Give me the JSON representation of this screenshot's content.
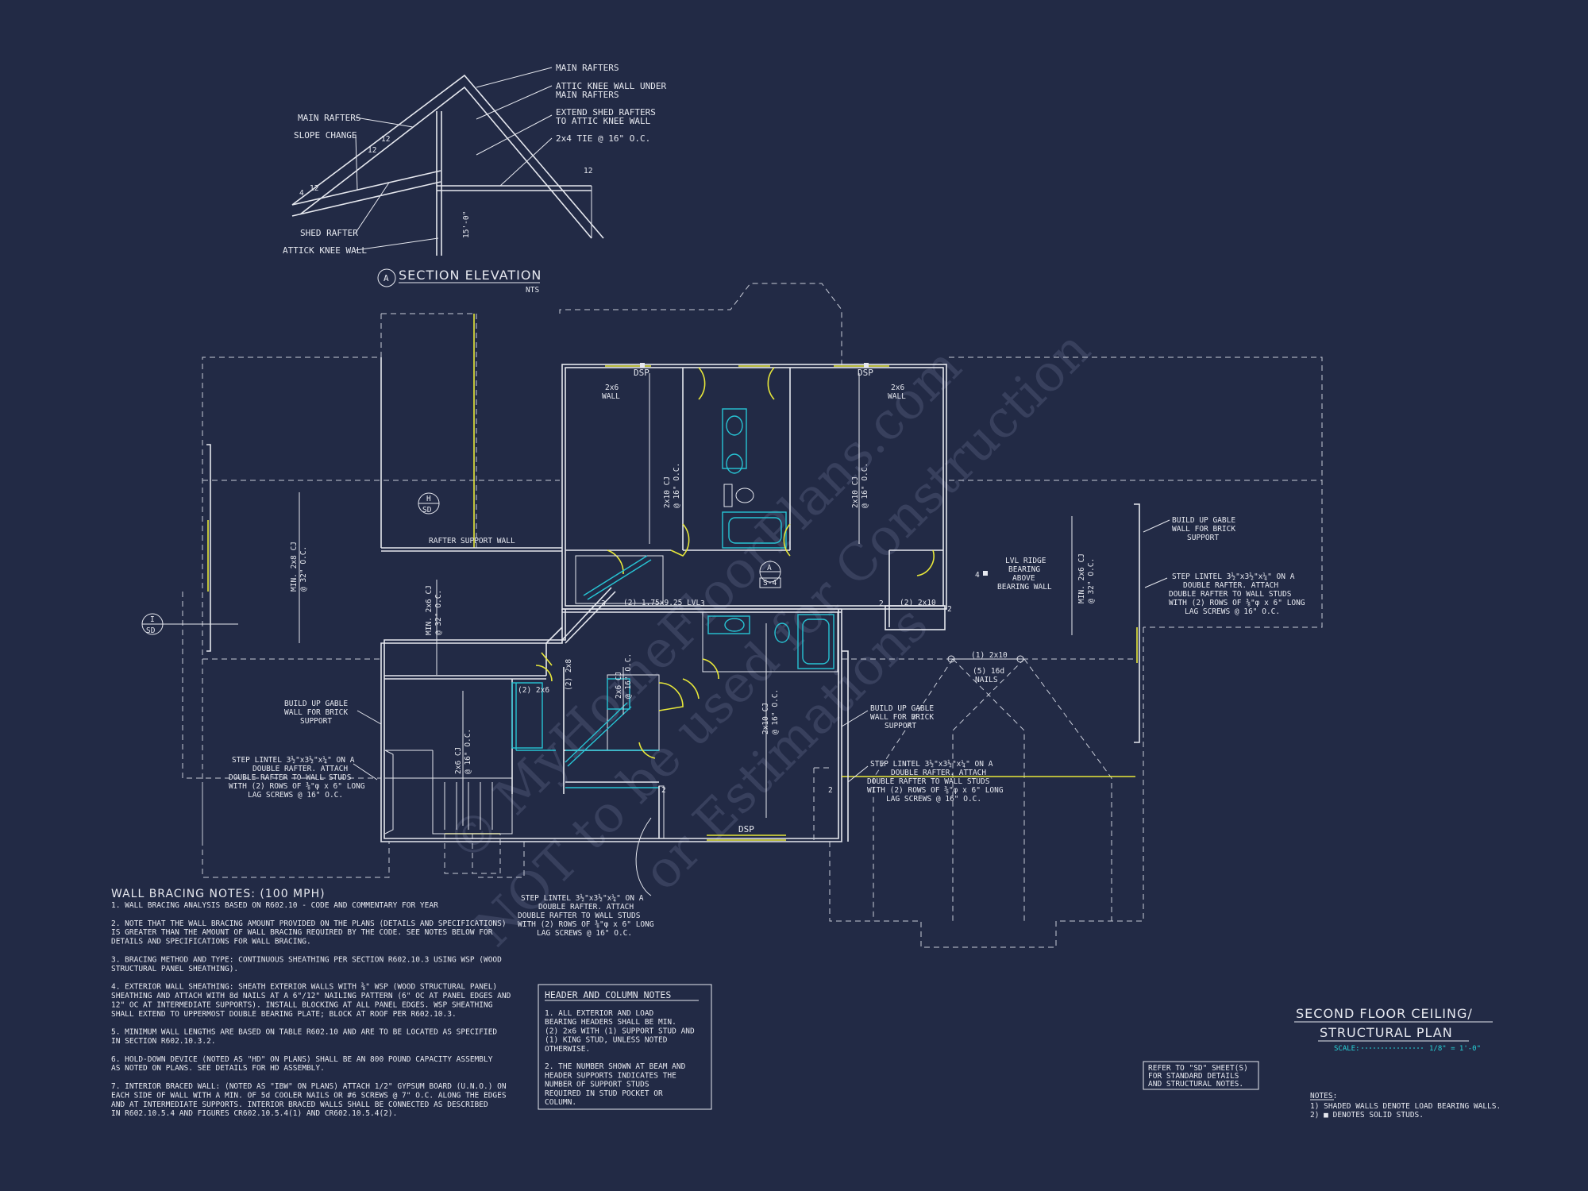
{
  "watermark": {
    "line1": "© MyHomeFloorPlans.com",
    "line2": "NOT to be used for Construction",
    "line3": "or Estimations"
  },
  "section": {
    "marker": "A",
    "title": "SECTION ELEVATION",
    "scale": "NTS",
    "labels": {
      "main_rafters_left": "MAIN RAFTERS",
      "slope_change": "SLOPE CHANGE",
      "shed_rafter": "SHED RAFTER",
      "attick_knee_wall": "ATTICK KNEE WALL",
      "main_rafters_right": "MAIN RAFTERS",
      "attic_knee_wall_1": "ATTIC KNEE WALL UNDER",
      "attic_knee_wall_2": "MAIN RAFTERS",
      "extend_shed_1": "EXTEND SHED RAFTERS",
      "extend_shed_2": "TO ATTIC KNEE WALL",
      "tie": "2x4 TIE @ 16\" O.C.",
      "height": "15'-0\"",
      "pitch_12a": "12",
      "pitch_12b": "12",
      "pitch_12c": "12",
      "pitch_12d": "12",
      "pitch_4": "4"
    }
  },
  "plan_labels": {
    "dsp1": "DSP",
    "dsp2": "DSP",
    "dsp3": "DSP",
    "wall_2x6_left_1": "2x6",
    "wall_2x6_left_2": "WALL",
    "wall_2x6_right_1": "2x6",
    "wall_2x6_right_2": "WALL",
    "cj_left": "2x10 CJ",
    "cj_left_2": "@ 16\" O.C.",
    "cj_right": "2x10 CJ",
    "cj_right_2": "@ 16\" O.C.",
    "cj_far_left": "MIN. 2x8 CJ",
    "cj_far_left_2": "@ 32\" O.C.",
    "cj_mid_left": "MIN. 2x6 CJ",
    "cj_mid_left_2": "@ 32\" O.C.",
    "cj_far_right": "MIN. 2x6 CJ",
    "cj_far_right_2": "@ 32\" O.C.",
    "cj_lower": "2x6 CJ",
    "cj_lower_2": "@ 16\" O.C.",
    "cj_center": "2x10 CJ",
    "cj_center_2": "@ 16\" O.C.",
    "cj_small": "2x6 CJ",
    "cj_small_2": "@ 16\" O.C.",
    "rafter_support": "RAFTER SUPPORT WALL",
    "lvl": "(2) 1.75x9.25 LVL",
    "lvl_n1": "3",
    "lvl_n2": "3",
    "hdr_2x10": "(2) 2x10",
    "hdr_n1": "2",
    "hdr_n2": "2",
    "hdr_2x6": "(2) 2x6",
    "hdr_2x8": "(2) 2x8",
    "beam_2x10": "(1) 2x10",
    "nails_1": "(5) 16d",
    "nails_2": "NAILS",
    "lvl_ridge_1": "LVL RIDGE",
    "lvl_ridge_2": "BEARING",
    "lvl_ridge_3": "ABOVE",
    "lvl_ridge_4": "BEARING WALL",
    "lvl_ridge_n": "4",
    "sec_h_top": "H",
    "sec_h_bot": "SD",
    "sec_i_top": "I",
    "sec_i_bot": "SD",
    "sec_a_top": "A",
    "sec_a_bot": "S-4",
    "post_2a": "2",
    "post_2b": "2",
    "gable_left_1": "BUILD UP GABLE",
    "gable_left_2": "WALL FOR BRICK",
    "gable_left_3": "SUPPORT",
    "gable_mid_1": "BUILD UP GABLE",
    "gable_mid_2": "WALL FOR BRICK",
    "gable_mid_3": "SUPPORT",
    "gable_right_1": "BUILD UP GABLE",
    "gable_right_2": "WALL FOR BRICK",
    "gable_right_3": "SUPPORT",
    "lintel_left": [
      "STEP LINTEL 3½\"x3½\"x¼\" ON A",
      "DOUBLE RAFTER. ATTACH",
      "DOUBLE RAFTER TO WALL STUDS",
      "WITH (2) ROWS OF ⅜\"φ x 6\" LONG",
      "LAG SCREWS @ 16\" O.C."
    ],
    "lintel_mid": [
      "STEP LINTEL 3½\"x3½\"x¼\" ON A",
      "DOUBLE RAFTER. ATTACH",
      "DOUBLE RAFTER TO WALL STUDS",
      "WITH (2) ROWS OF ⅜\"φ x 6\" LONG",
      "LAG SCREWS @ 16\" O.C."
    ],
    "lintel_right": [
      "STEP LINTEL 3½\"x3½\"x¼\" ON A",
      "DOUBLE RAFTER. ATTACH",
      "DOUBLE RAFTER TO WALL STUDS",
      "WITH (2) ROWS OF ⅜\"φ x 6\" LONG",
      "LAG SCREWS @ 16\" O.C."
    ],
    "lintel_bottom": [
      "STEP LINTEL 3½\"x3½\"x¼\" ON A",
      "DOUBLE RAFTER. ATTACH",
      "DOUBLE RAFTER TO WALL STUDS",
      "WITH (2) ROWS OF ⅜\"φ x 6\" LONG",
      "LAG SCREWS @ 16\" O.C."
    ]
  },
  "wall_bracing": {
    "title": "WALL BRACING NOTES: (100 MPH)",
    "lines": [
      "1. WALL BRACING ANALYSIS BASED ON R602.10 - CODE AND COMMENTARY FOR YEAR",
      "",
      "2. NOTE THAT THE WALL BRACING AMOUNT PROVIDED ON THE PLANS (DETAILS AND SPECIFICATIONS)",
      "IS GREATER THAN THE AMOUNT OF WALL BRACING REQUIRED BY THE CODE. SEE NOTES BELOW FOR",
      "DETAILS AND SPECIFICATIONS FOR WALL BRACING.",
      "",
      "3. BRACING METHOD AND TYPE: CONTINUOUS SHEATHING PER SECTION R602.10.3 USING WSP (WOOD",
      "STRUCTURAL PANEL SHEATHING).",
      "",
      "4. EXTERIOR WALL SHEATHING: SHEATH EXTERIOR WALLS WITH ⅜\" WSP (WOOD STRUCTURAL PANEL)",
      "SHEATHING AND ATTACH WITH 8d NAILS AT A 6\"/12\" NAILING PATTERN (6\" OC AT PANEL EDGES AND",
      "12\" OC AT INTERMEDIATE SUPPORTS). INSTALL BLOCKING AT ALL PANEL EDGES. WSP SHEATHING",
      "SHALL EXTEND TO UPPERMOST DOUBLE BEARING PLATE; BLOCK AT ROOF PER R602.10.3.",
      "",
      "5. MINIMUM WALL LENGTHS ARE BASED ON TABLE R602.10 AND ARE TO BE LOCATED AS SPECIFIED",
      "IN SECTION R602.10.3.2.",
      "",
      "6. HOLD-DOWN DEVICE (NOTED AS \"HD\" ON PLANS) SHALL BE AN 800 POUND CAPACITY ASSEMBLY",
      "AS NOTED ON PLANS. SEE DETAILS FOR HD ASSEMBLY.",
      "",
      "7. INTERIOR BRACED WALL: (NOTED AS \"IBW\" ON PLANS) ATTACH 1/2\" GYPSUM BOARD (U.N.O.) ON",
      "EACH SIDE OF WALL WITH A MIN. OF 5d COOLER NAILS OR #6 SCREWS @ 7\" O.C. ALONG THE EDGES",
      "AND AT INTERMEDIATE SUPPORTS. INTERIOR BRACED WALLS SHALL BE CONNECTED AS DESCRIBED",
      "IN R602.10.5.4 AND FIGURES CR602.10.5.4(1) AND CR602.10.5.4(2)."
    ]
  },
  "header_notes": {
    "title": "HEADER AND COLUMN NOTES",
    "lines": [
      "1. ALL EXTERIOR AND LOAD",
      "BEARING HEADERS SHALL BE MIN.",
      "(2) 2x6 WITH (1) SUPPORT STUD AND",
      "(1) KING STUD, UNLESS NOTED",
      "OTHERWISE.",
      "",
      "2. THE NUMBER SHOWN AT BEAM AND",
      "HEADER SUPPORTS INDICATES THE",
      "NUMBER OF SUPPORT STUDS",
      "REQUIRED IN STUD POCKET OR",
      "COLUMN."
    ]
  },
  "title_block": {
    "line1": "SECOND FLOOR CEILING/",
    "line2": "STRUCTURAL PLAN",
    "scale_label": "SCALE:",
    "scale_value": "1/8\" = 1'-0\""
  },
  "refer_box": [
    "REFER TO \"SD\" SHEET(S)",
    "FOR STANDARD DETAILS",
    "AND STRUCTURAL NOTES."
  ],
  "notes": {
    "title": "NOTES:",
    "lines": [
      "1) SHADED WALLS DENOTE LOAD BEARING WALLS.",
      "2) ■ DENOTES SOLID STUDS."
    ]
  },
  "colors": {
    "background": "#222a45",
    "lines": "#e6e8ef",
    "window": "#e8e83a",
    "fixture": "#27c4d4"
  }
}
